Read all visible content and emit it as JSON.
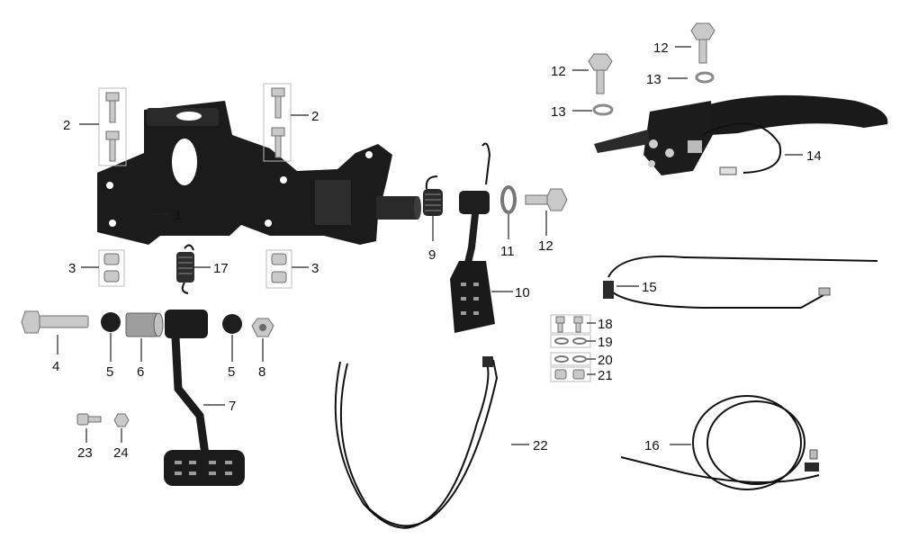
{
  "callouts": [
    {
      "id": "c1",
      "text": "1"
    },
    {
      "id": "c2a",
      "text": "2"
    },
    {
      "id": "c2b",
      "text": "2"
    },
    {
      "id": "c3a",
      "text": "3"
    },
    {
      "id": "c3b",
      "text": "3"
    },
    {
      "id": "c4",
      "text": "4"
    },
    {
      "id": "c5a",
      "text": "5"
    },
    {
      "id": "c5b",
      "text": "5"
    },
    {
      "id": "c6",
      "text": "6"
    },
    {
      "id": "c7",
      "text": "7"
    },
    {
      "id": "c8",
      "text": "8"
    },
    {
      "id": "c9",
      "text": "9"
    },
    {
      "id": "c10",
      "text": "10"
    },
    {
      "id": "c11",
      "text": "11"
    },
    {
      "id": "c12a",
      "text": "12"
    },
    {
      "id": "c12b",
      "text": "12"
    },
    {
      "id": "c12c",
      "text": "12"
    },
    {
      "id": "c13a",
      "text": "13"
    },
    {
      "id": "c13b",
      "text": "13"
    },
    {
      "id": "c14",
      "text": "14"
    },
    {
      "id": "c15",
      "text": "15"
    },
    {
      "id": "c16",
      "text": "16"
    },
    {
      "id": "c17",
      "text": "17"
    },
    {
      "id": "c18",
      "text": "18"
    },
    {
      "id": "c19",
      "text": "19"
    },
    {
      "id": "c20",
      "text": "20"
    },
    {
      "id": "c21",
      "text": "21"
    },
    {
      "id": "c22",
      "text": "22"
    },
    {
      "id": "c23",
      "text": "23"
    },
    {
      "id": "c24",
      "text": "24"
    }
  ]
}
